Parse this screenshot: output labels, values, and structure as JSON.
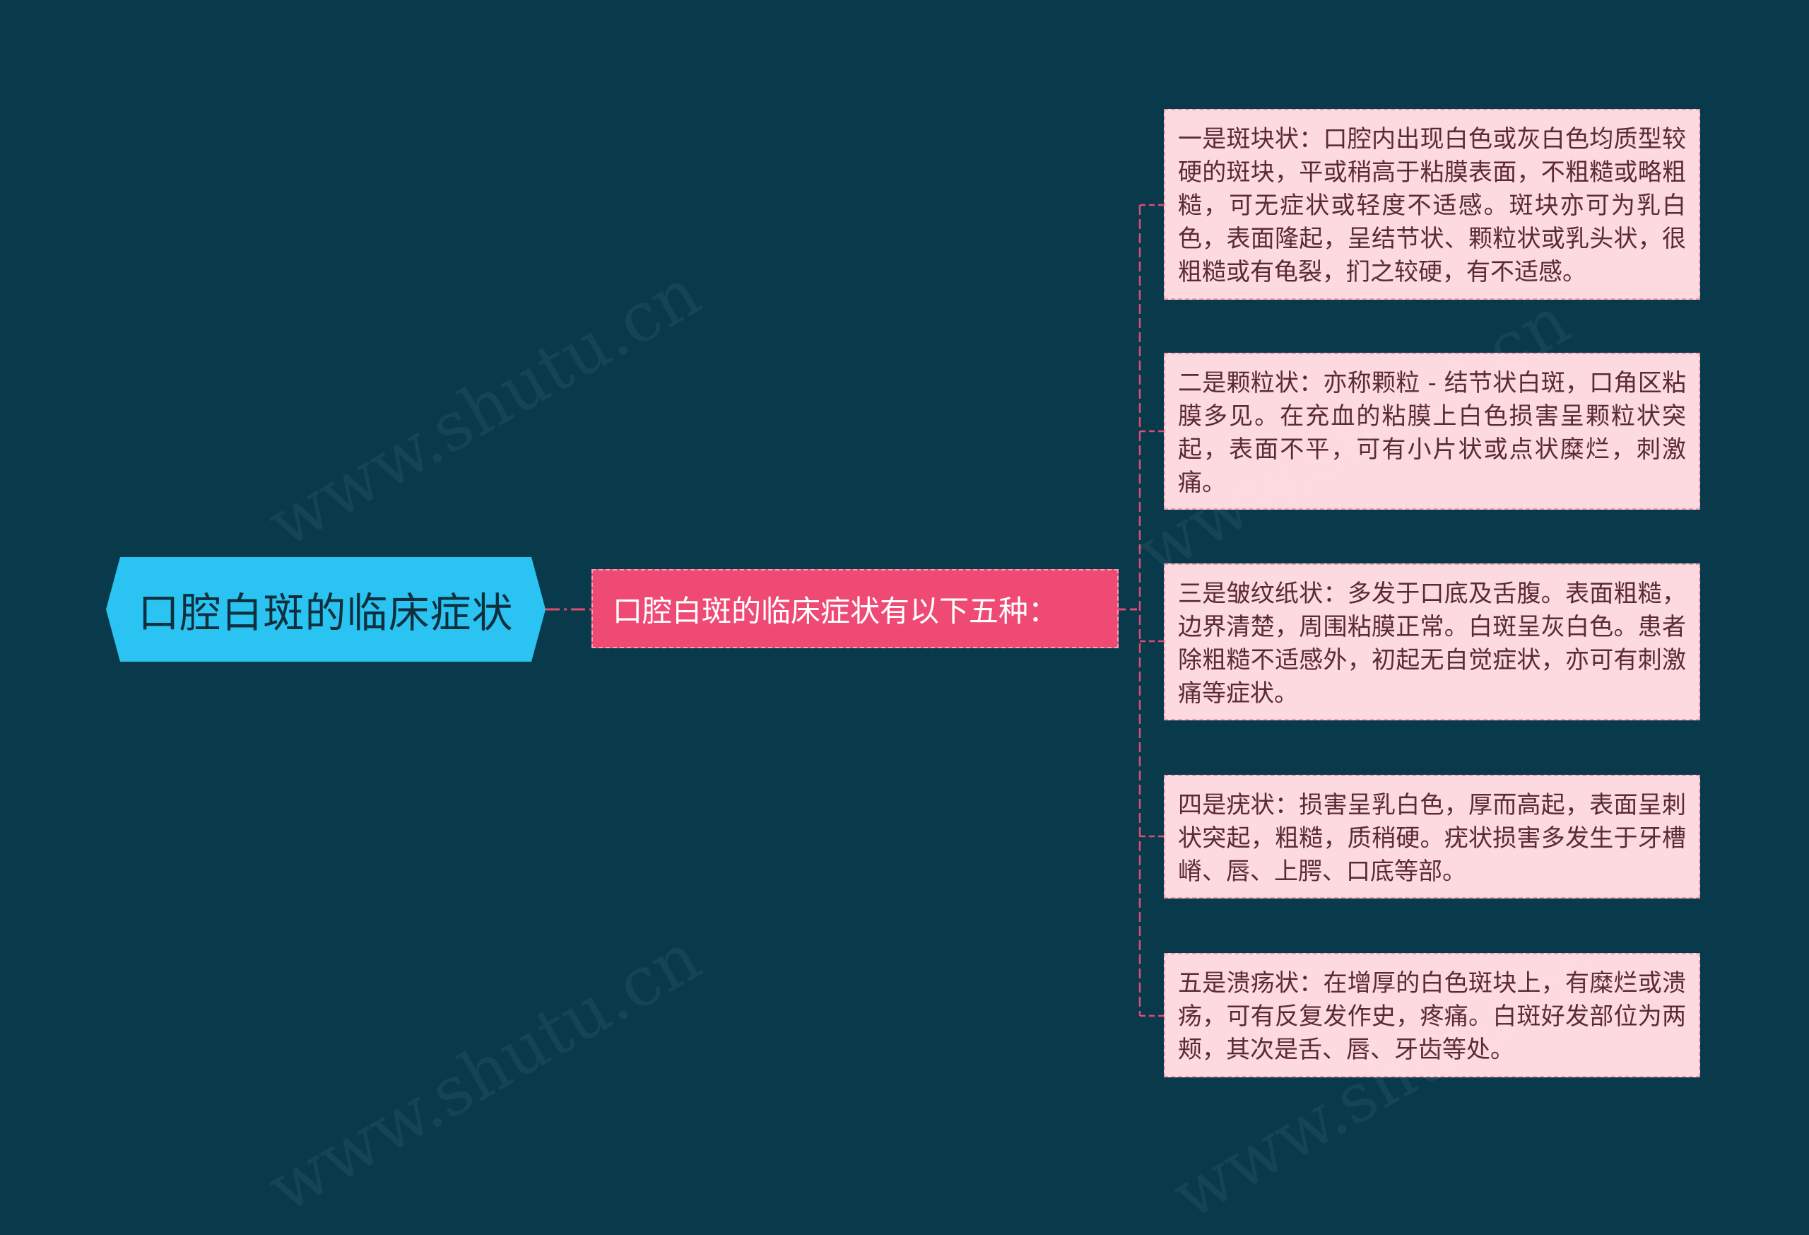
{
  "root": {
    "label": "口腔白斑的临床症状"
  },
  "branch": {
    "label": "口腔白斑的临床症状有以下五种："
  },
  "leaves": [
    {
      "text": "一是斑块状：口腔内出现白色或灰白色均质型较硬的斑块，平或稍高于粘膜表面，不粗糙或略粗糙，可无症状或轻度不适感。斑块亦可为乳白色，表面隆起，呈结节状、颗粒状或乳头状，很粗糙或有龟裂，扪之较硬，有不适感。"
    },
    {
      "text": "二是颗粒状：亦称颗粒 - 结节状白斑，口角区粘膜多见。在充血的粘膜上白色损害呈颗粒状突起，表面不平，可有小片状或点状糜烂，刺激痛。"
    },
    {
      "text": "三是皱纹纸状：多发于口底及舌腹。表面粗糙，边界清楚，周围粘膜正常。白斑呈灰白色。患者除粗糙不适感外，初起无自觉症状，亦可有刺激痛等症状。"
    },
    {
      "text": "四是疣状：损害呈乳白色，厚而高起，表面呈刺状突起，粗糙，质稍硬。疣状损害多发生于牙槽嵴、唇、上腭、口底等部。"
    },
    {
      "text": "五是溃疡状：在增厚的白色斑块上，有糜烂或溃疡，可有反复发作史，疼痛。白斑好发部位为两颊，其次是舌、唇、牙齿等处。"
    }
  ],
  "watermark": "www.shutu.cn",
  "colors": {
    "background": "#083a4c",
    "root": "#2bc4f2",
    "branch": "#ee4a74",
    "leaf": "#fdd9e0",
    "connector": "#e24a72"
  }
}
